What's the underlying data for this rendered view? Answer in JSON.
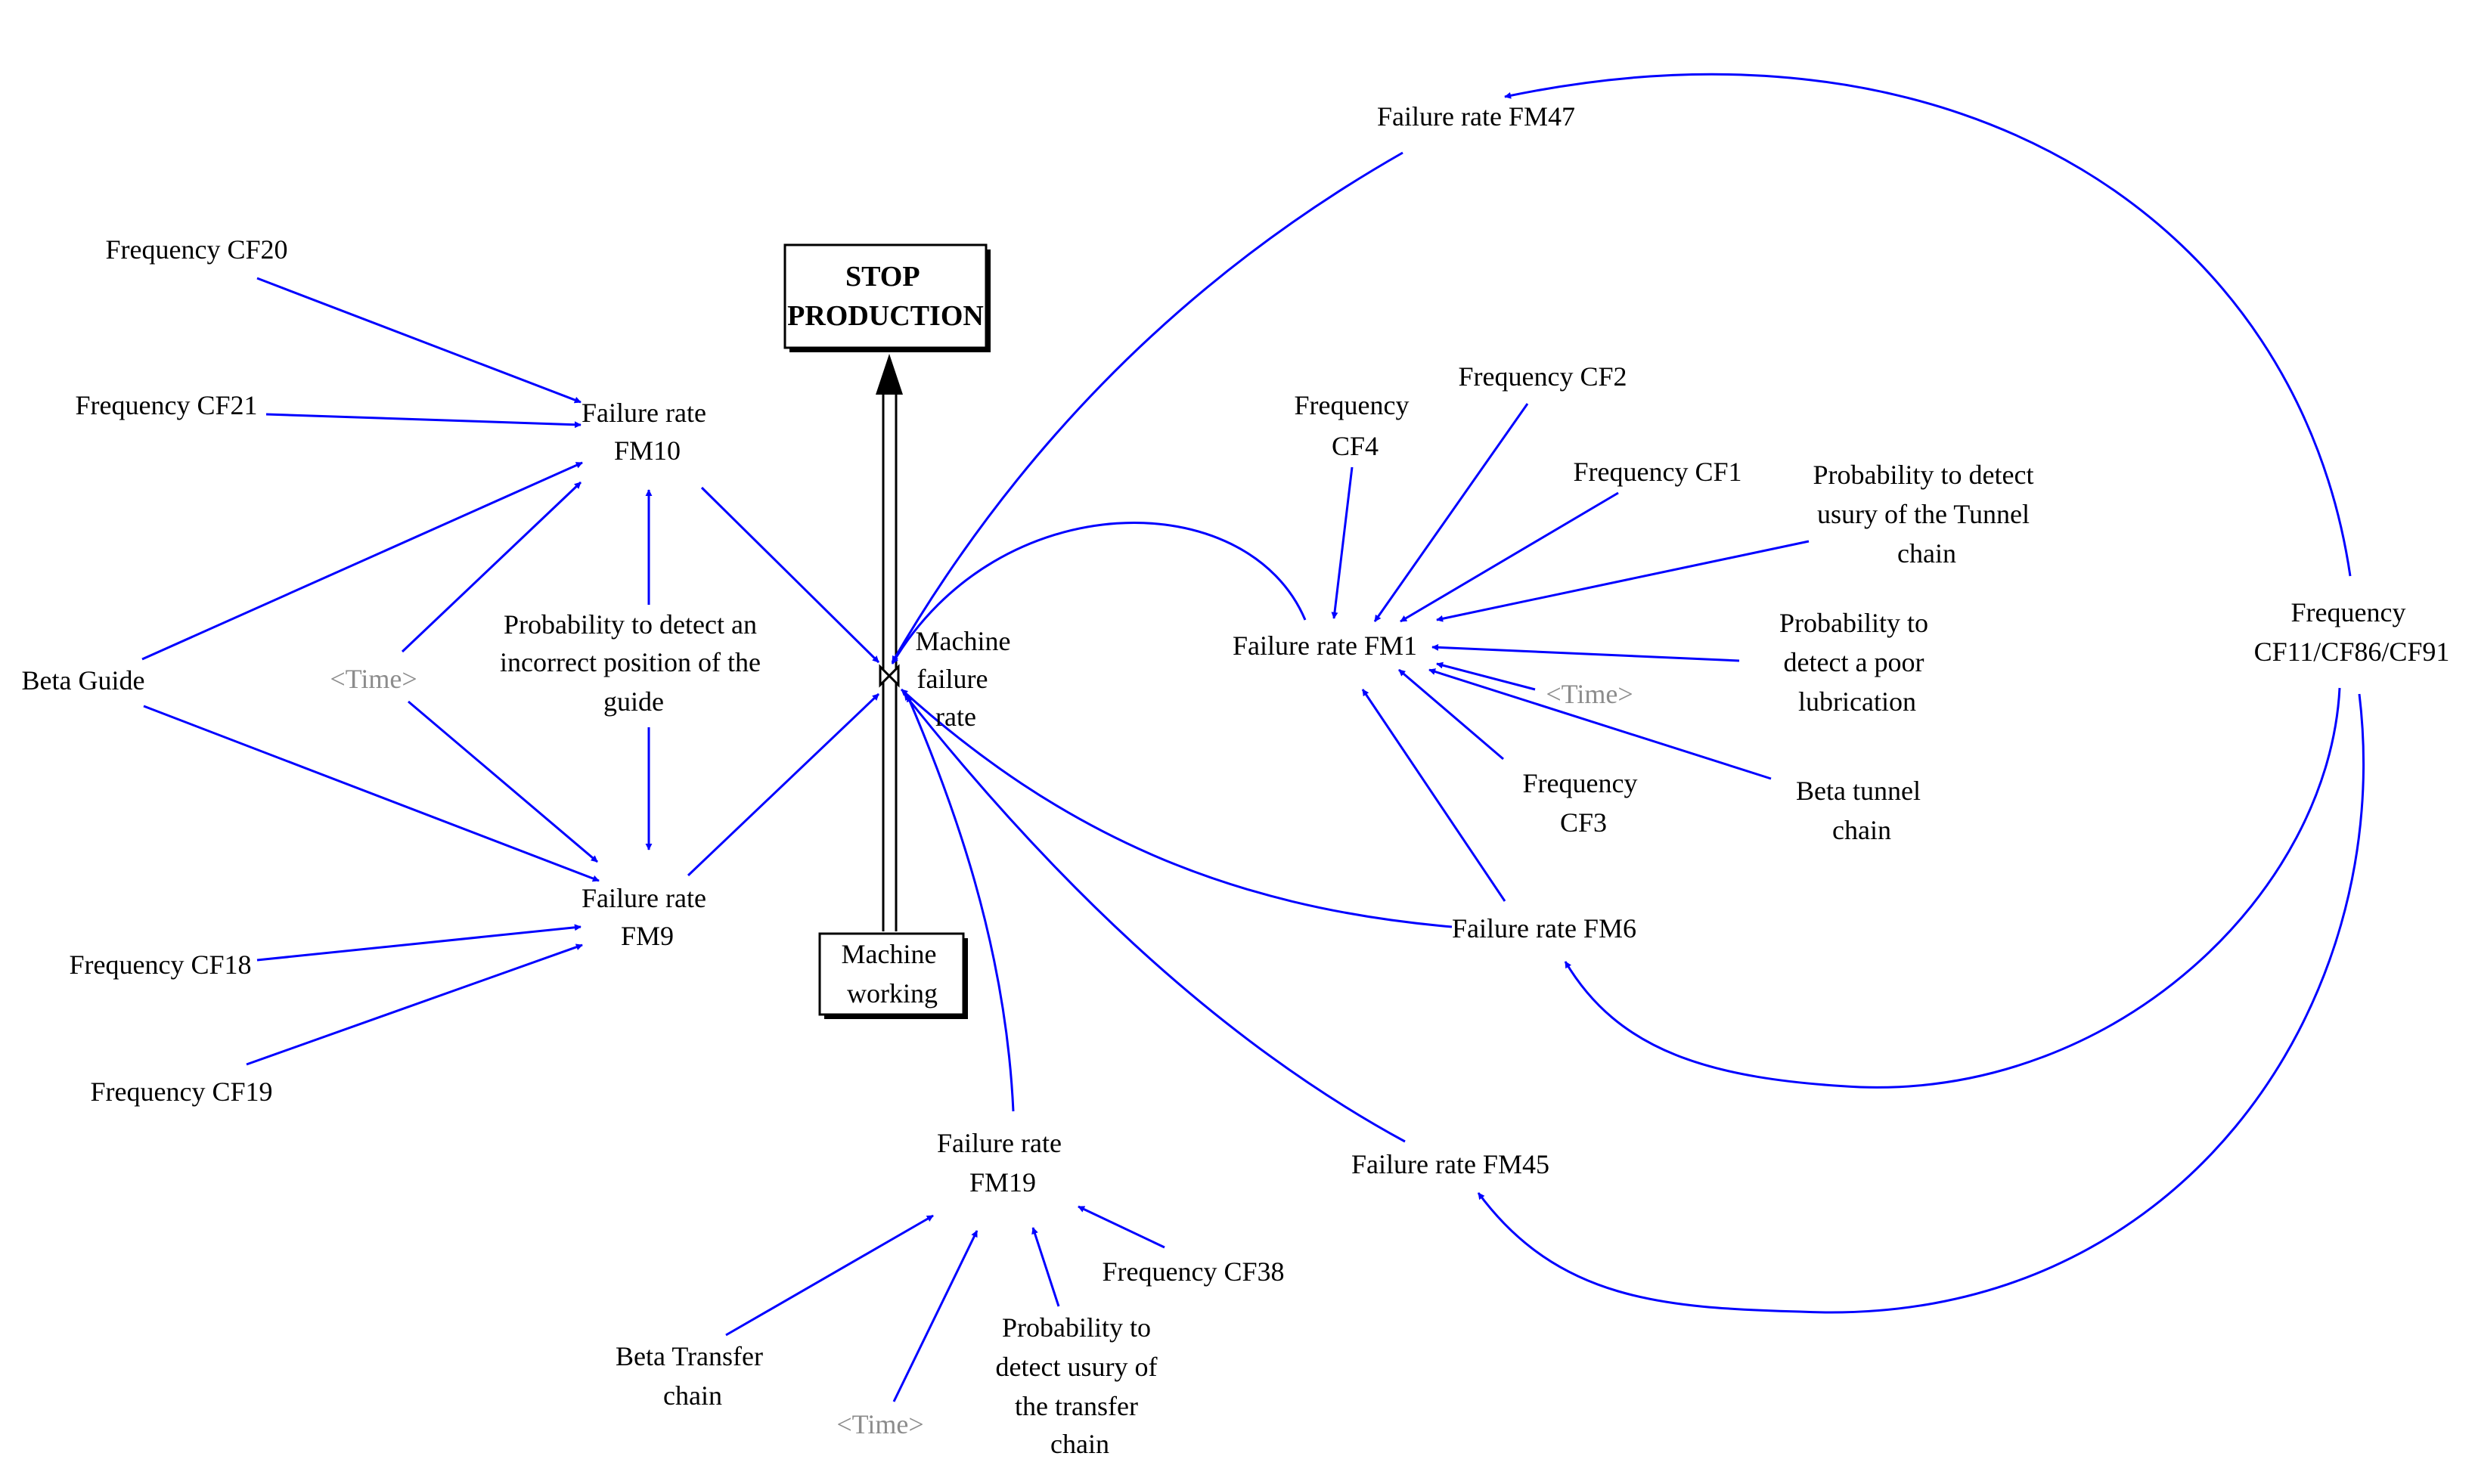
{
  "colors": {
    "link": "#0000ff",
    "text": "#000000",
    "shadow_var": "#8c8c8c"
  },
  "stocks": {
    "stop_production": [
      "STOP",
      "PRODUCTION"
    ],
    "machine_working": [
      "Machine",
      "working"
    ]
  },
  "flow": {
    "machine_failure_rate": [
      "Machine",
      "failure",
      "rate"
    ]
  },
  "variables": {
    "failure_rate_fm47": [
      "Failure rate FM47"
    ],
    "frequency_cf20": [
      "Frequency CF20"
    ],
    "frequency_cf21": [
      "Frequency CF21"
    ],
    "failure_rate_fm10": [
      "Failure rate",
      "FM10"
    ],
    "beta_guide": [
      "Beta Guide"
    ],
    "time_left": [
      "<Time>"
    ],
    "prob_incorrect_guide": [
      "Probability to detect an",
      "incorrect position of the",
      "guide"
    ],
    "failure_rate_fm9": [
      "Failure rate",
      "FM9"
    ],
    "frequency_cf18": [
      "Frequency CF18"
    ],
    "frequency_cf19": [
      "Frequency CF19"
    ],
    "frequency_cf4": [
      "Frequency",
      "CF4"
    ],
    "frequency_cf2": [
      "Frequency CF2"
    ],
    "frequency_cf1": [
      "Frequency CF1"
    ],
    "prob_usury_tunnel": [
      "Probability to detect",
      "usury of the Tunnel",
      "chain"
    ],
    "failure_rate_fm1": [
      "Failure rate FM1"
    ],
    "prob_poor_lubrication": [
      "Probability to",
      "detect a poor",
      "lubrication"
    ],
    "time_right": [
      "<Time>"
    ],
    "frequency_cf3": [
      "Frequency",
      "CF3"
    ],
    "beta_tunnel_chain": [
      "Beta tunnel",
      "chain"
    ],
    "failure_rate_fm6": [
      "Failure rate FM6"
    ],
    "frequency_cf11_86_91": [
      "Frequency",
      "CF11/CF86/CF91"
    ],
    "failure_rate_fm45": [
      "Failure rate FM45"
    ],
    "failure_rate_fm19": [
      "Failure rate",
      "FM19"
    ],
    "frequency_cf38": [
      "Frequency CF38"
    ],
    "beta_transfer_chain": [
      "Beta Transfer",
      "chain"
    ],
    "time_bottom": [
      "<Time>"
    ],
    "prob_usury_transfer": [
      "Probability to",
      "detect usury of",
      "the transfer",
      "chain"
    ]
  }
}
